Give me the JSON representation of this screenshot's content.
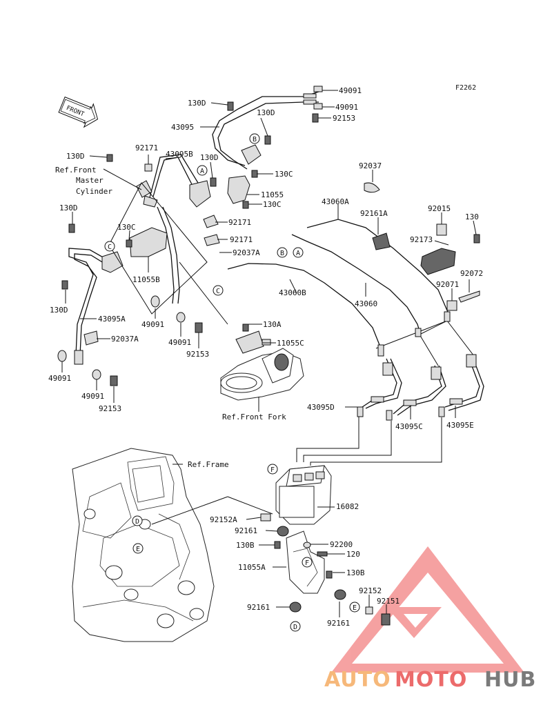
{
  "diagram": {
    "code": "F2262",
    "front_label": "FRONT",
    "ref_labels": {
      "master1": "Ref.Front",
      "master2": "Master",
      "master3": "Cylinder",
      "fork": "Ref.Front Fork",
      "frame": "Ref.Frame"
    },
    "refs": [
      "A",
      "B",
      "C",
      "D",
      "E",
      "F"
    ],
    "parts": {
      "p49091_a": "49091",
      "p49091_b": "49091",
      "p92153_a": "92153",
      "p130d_a": "130D",
      "p43095": "43095",
      "p130d_b": "130D",
      "p92171_a": "92171",
      "p43095b": "43095B",
      "p130d_c": "130D",
      "p130d_d": "130D",
      "p130c_a": "130C",
      "p11055": "11055",
      "p130c_b": "130C",
      "p92037": "92037",
      "p43060a": "43060A",
      "p92161a": "92161A",
      "p92015": "92015",
      "p130": "130",
      "p92173": "92173",
      "p130d_e": "130D",
      "p130c_c": "130C",
      "p92171_b": "92171",
      "p92171_c": "92171",
      "p92037a_a": "92037A",
      "p11055b": "11055B",
      "p43060b": "43060B",
      "p43060": "43060",
      "p92072": "92072",
      "p92071": "92071",
      "p130d_f": "130D",
      "p43095a": "43095A",
      "p49091_c": "49091",
      "p130a": "130A",
      "p92037a_b": "92037A",
      "p49091_d": "49091",
      "p11055c": "11055C",
      "p92153_b": "92153",
      "p49091_e": "49091",
      "p49091_f": "49091",
      "p92153_c": "92153",
      "p43095d": "43095D",
      "p43095c": "43095C",
      "p43095e": "43095E",
      "p16082": "16082",
      "p92152a": "92152A",
      "p92161_a": "92161",
      "p92200": "92200",
      "p130b_a": "130B",
      "p120": "120",
      "p11055a": "11055A",
      "p130b_b": "130B",
      "p92152": "92152",
      "p92151": "92151",
      "p92161_b": "92161",
      "p92161_c": "92161"
    }
  },
  "watermark": {
    "part1": "AUTO",
    "part2": "MOTO",
    "part3": "HUB",
    "colors": {
      "auto": "#f6b87a",
      "moto": "#ec6b6b",
      "hub": "#7a7a7a",
      "triangle": "#ee5555"
    }
  }
}
